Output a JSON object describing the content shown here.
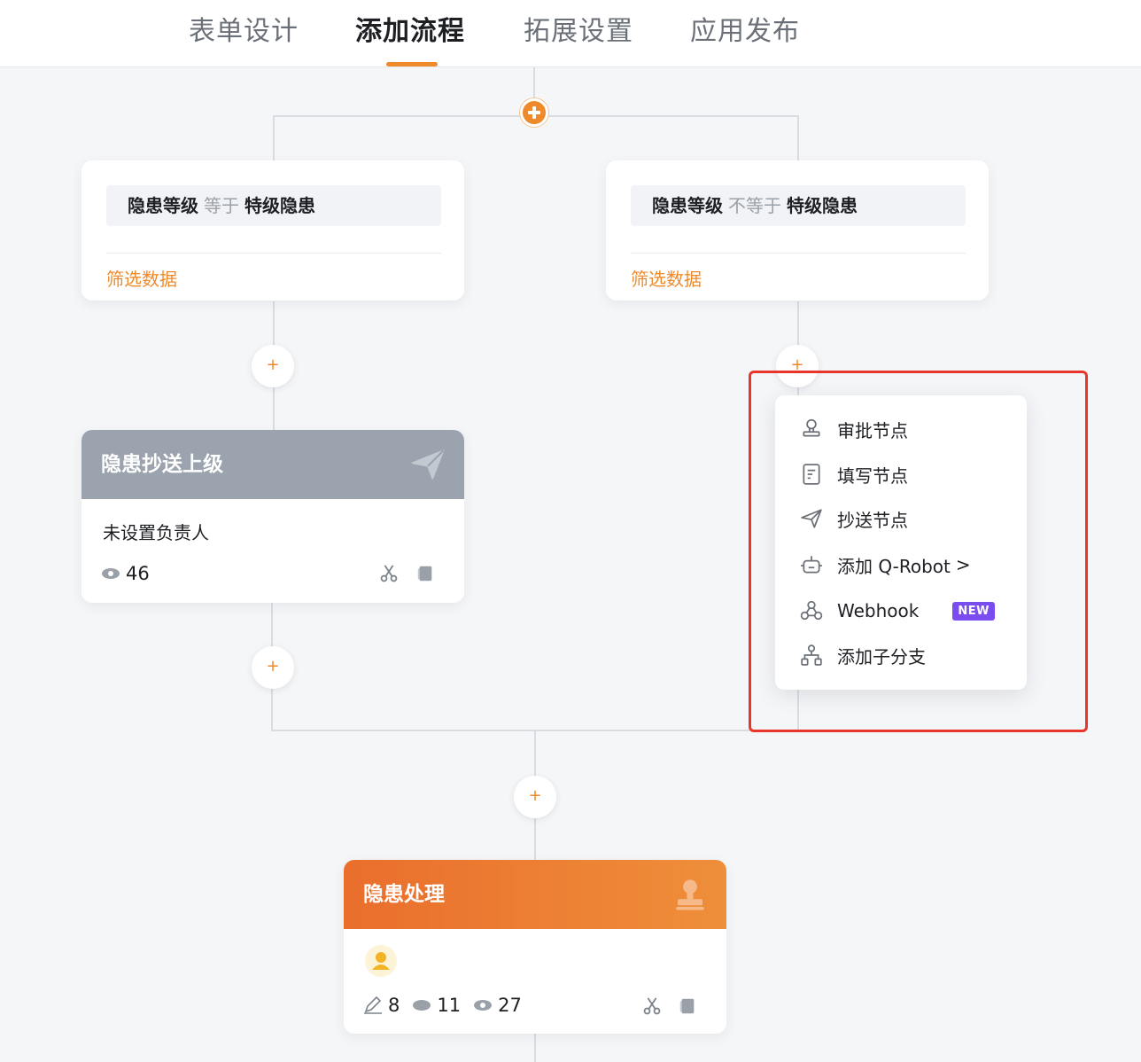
{
  "tabs": [
    {
      "label": "表单设计",
      "active": false
    },
    {
      "label": "添加流程",
      "active": true
    },
    {
      "label": "拓展设置",
      "active": false
    },
    {
      "label": "应用发布",
      "active": false
    }
  ],
  "colors": {
    "accent": "#ef8a2c",
    "gray_header": "#9ba3ae",
    "highlight": "#e8362d",
    "new_badge": "#7b4cf0"
  },
  "branches": [
    {
      "field": "隐患等级",
      "operator": "等于",
      "value": "特级隐患",
      "filter_label": "筛选数据"
    },
    {
      "field": "隐患等级",
      "operator": "不等于",
      "value": "特级隐患",
      "filter_label": "筛选数据"
    }
  ],
  "add_icon": "+",
  "cc_node": {
    "title": "隐患抄送上级",
    "assignee": "未设置负责人",
    "view_count": "46",
    "icon": "paper-plane-icon"
  },
  "process_node": {
    "title": "隐患处理",
    "edit_count": "8",
    "comment_count": "11",
    "view_count": "27",
    "icon": "stamp-icon"
  },
  "menu": {
    "items": [
      {
        "label": "审批节点",
        "icon": "stamp-icon"
      },
      {
        "label": "填写节点",
        "icon": "form-icon"
      },
      {
        "label": "抄送节点",
        "icon": "paper-plane-icon"
      },
      {
        "label": "添加 Q-Robot",
        "icon": "robot-icon",
        "chevron": ">"
      },
      {
        "label": "Webhook",
        "icon": "webhook-icon",
        "badge": "NEW"
      },
      {
        "label": "添加子分支",
        "icon": "branch-icon"
      }
    ]
  }
}
